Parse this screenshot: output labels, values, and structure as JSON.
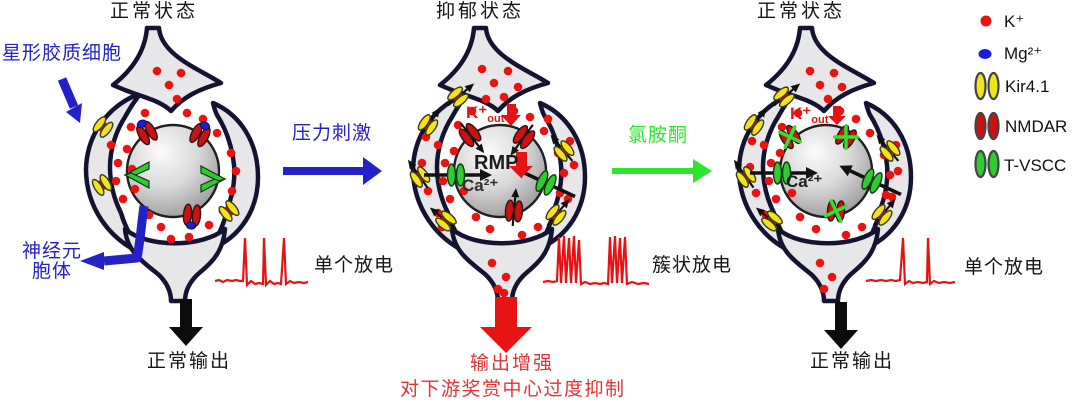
{
  "figure": {
    "panels": [
      {
        "title": "正常状态",
        "firing_label": "单个放电",
        "output_label": "正常输出"
      },
      {
        "title": "抑郁状态",
        "firing_label": "簇状放电",
        "output_label": "输出增强",
        "output_note": "对下游奖赏中心过度抑制",
        "k_label": "K⁺",
        "k_sub": "out",
        "rmp_label": "RMP",
        "ca_label": "Ca²⁺"
      },
      {
        "title": "正常状态",
        "firing_label": "单个放电",
        "output_label": "正常输出",
        "k_label": "K⁺",
        "k_sub": "out",
        "ca_label": "Ca²⁺"
      }
    ],
    "annotations": {
      "astrocyte_label": "星形胶质细胞",
      "soma_label_line1": "神经元",
      "soma_label_line2": "胞体",
      "transition_1": "压力刺激",
      "transition_2": "氯胺酮"
    },
    "legend": [
      {
        "symbol": "k-ion",
        "label": "K⁺"
      },
      {
        "symbol": "mg-ion",
        "label": "Mg²⁺"
      },
      {
        "symbol": "kir41-channel",
        "label": "Kir4.1"
      },
      {
        "symbol": "nmdar-channel",
        "label": "NMDAR"
      },
      {
        "symbol": "tvscc-channel",
        "label": "T-VSCC"
      }
    ],
    "colors": {
      "k_ion": "#ee1111",
      "mg_ion": "#1c1cdf",
      "kir": "#f2e41c",
      "nmdar": "#cf1010",
      "tvscc": "#2ecc2e",
      "blue": "#2421c9",
      "green": "#2ee52e",
      "out_red": "#e81414",
      "trace_red": "#e41414",
      "text_red": "#e03434",
      "outline": "#141432"
    }
  }
}
